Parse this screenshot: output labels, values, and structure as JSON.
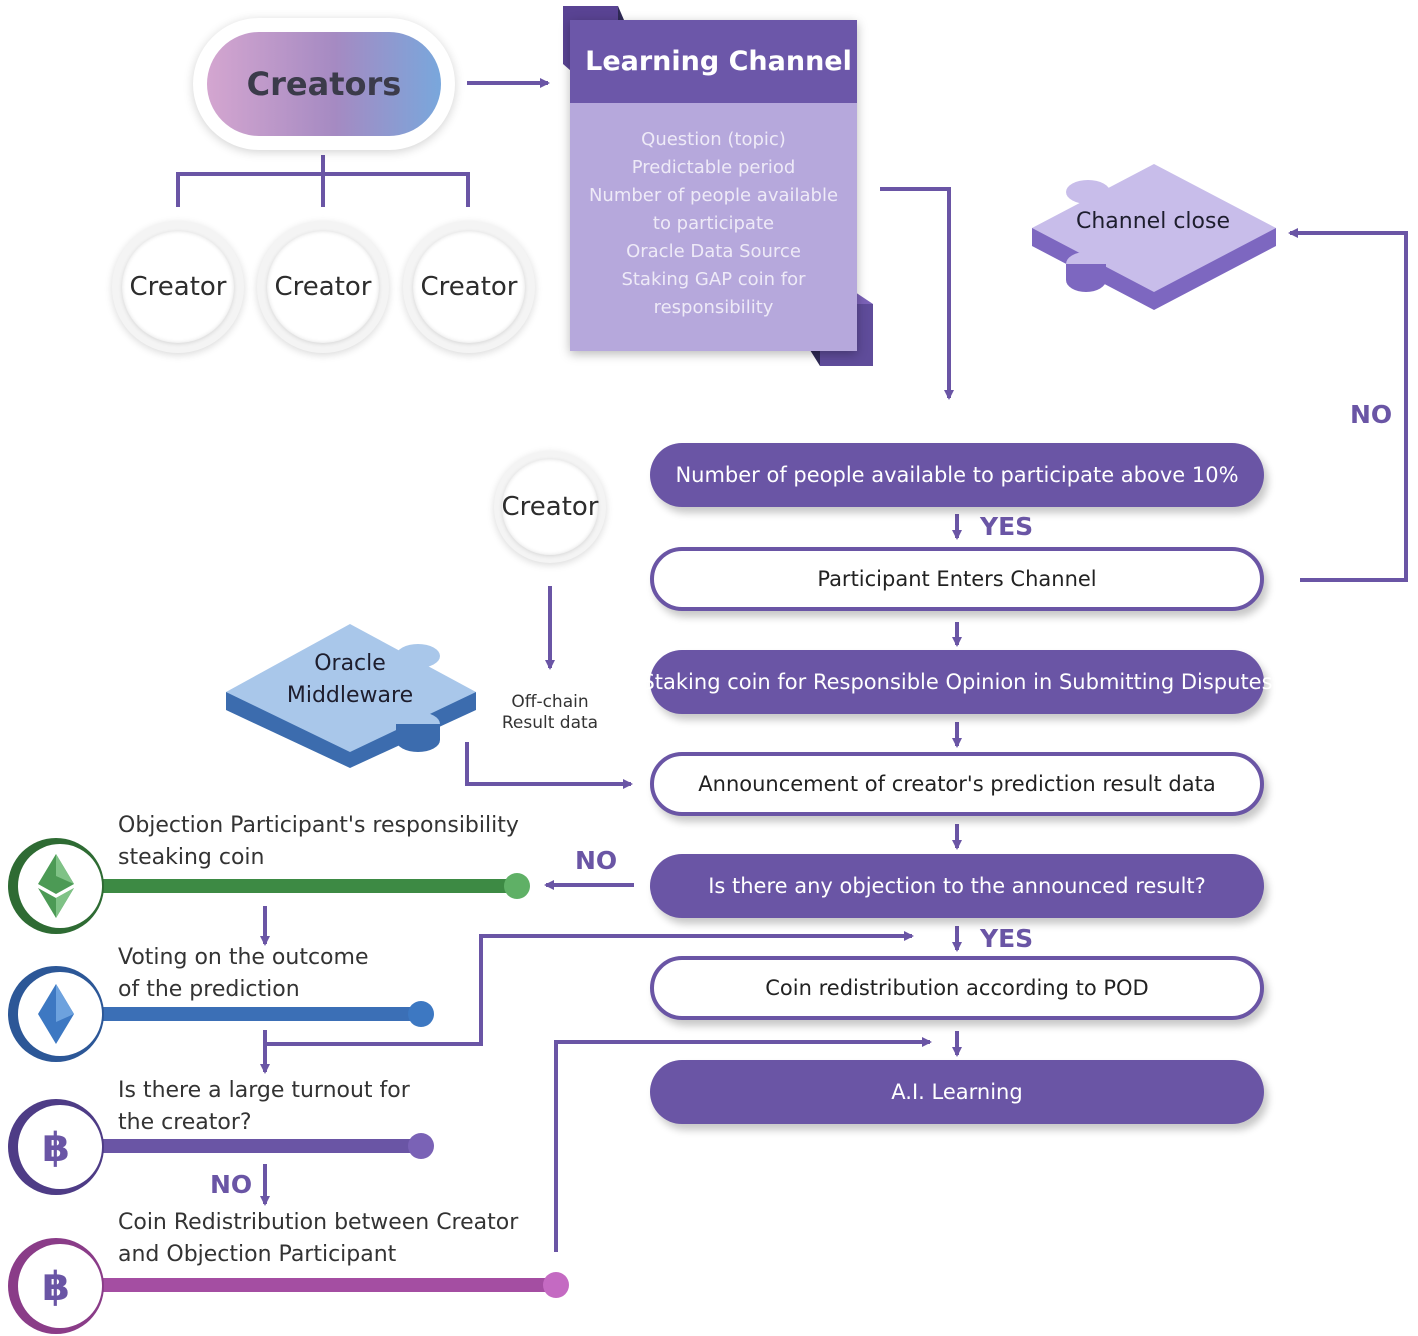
{
  "creators": {
    "title": "Creators",
    "children": [
      "Creator",
      "Creator",
      "Creator"
    ]
  },
  "learning_channel": {
    "title": "Learning Channel",
    "items": [
      "Question (topic)",
      "Predictable period",
      "Number of people available",
      "to participate",
      "Oracle Data Source",
      "Staking GAP coin for",
      "responsibility"
    ]
  },
  "channel_close": "Channel close",
  "flow": {
    "steps": [
      "Number of people available to participate above 10%",
      "Participant Enters Channel",
      "Staking coin for Responsible Opinion in Submitting Disputes",
      "Announcement of creator's prediction result data",
      "Is there any objection to the announced result?",
      "Coin redistribution according to POD",
      "A.I. Learning"
    ],
    "yes_1": "YES",
    "yes_2": "YES",
    "no_right": "NO",
    "no_left": "NO"
  },
  "oracle": {
    "creator": "Creator",
    "middleware_line1": "Oracle",
    "middleware_line2": "Middleware",
    "offchain_line1": "Off-chain",
    "offchain_line2": "Result data"
  },
  "objection_steps": [
    {
      "line1": "Objection Participant's responsibility",
      "line2": "steaking coin",
      "icon": "ethereum-icon",
      "color": "#3d8a44"
    },
    {
      "line1": "Voting on the outcome",
      "line2": "of the prediction",
      "icon": "ethereum-icon",
      "color": "#3b6fb6"
    },
    {
      "line1": "Is there a large turnout for",
      "line2": "the creator?",
      "icon": "bitcoin-icon",
      "color": "#6a55a5"
    },
    {
      "line1": "Coin Redistribution between Creator",
      "line2": "and Objection Participant",
      "icon": "bitcoin-icon",
      "color": "#a44ea2"
    }
  ],
  "no_turnout": "NO",
  "colors": {
    "purple": "#6a55a5",
    "green": "#3d8a44",
    "blue": "#3b6fb6",
    "magenta": "#a44ea2"
  }
}
